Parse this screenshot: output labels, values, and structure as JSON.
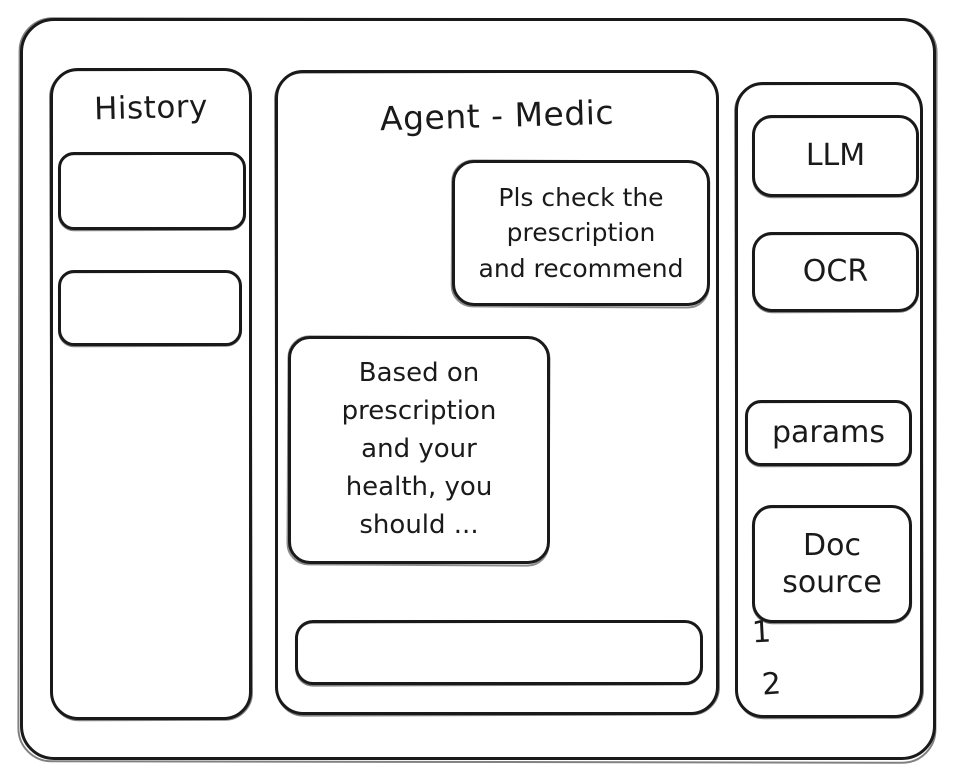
{
  "app": {
    "style": "hand-drawn-wireframe",
    "stroke_color": "#1a1a1a",
    "background_color": "#ffffff"
  },
  "sidebar_left": {
    "title": "History",
    "items": [
      {
        "label": "",
        "name": "history-item-1"
      },
      {
        "label": "",
        "name": "history-item-2"
      }
    ]
  },
  "main": {
    "title": "Agent - Medic",
    "messages": [
      {
        "role": "user",
        "align": "right",
        "lines": [
          "Pls check the",
          "prescription",
          "and recommend"
        ]
      },
      {
        "role": "assistant",
        "align": "left",
        "lines": [
          "Based on",
          "prescription",
          "and your",
          "health, you",
          "should ..."
        ]
      }
    ],
    "composer": {
      "value": "",
      "placeholder": ""
    }
  },
  "sidebar_right": {
    "tools": [
      {
        "label": "LLM"
      },
      {
        "label": "OCR"
      },
      {
        "label": "params"
      }
    ],
    "doc_source": {
      "line1": "Doc",
      "line2": "source",
      "indexes": [
        "1",
        "2"
      ]
    }
  }
}
